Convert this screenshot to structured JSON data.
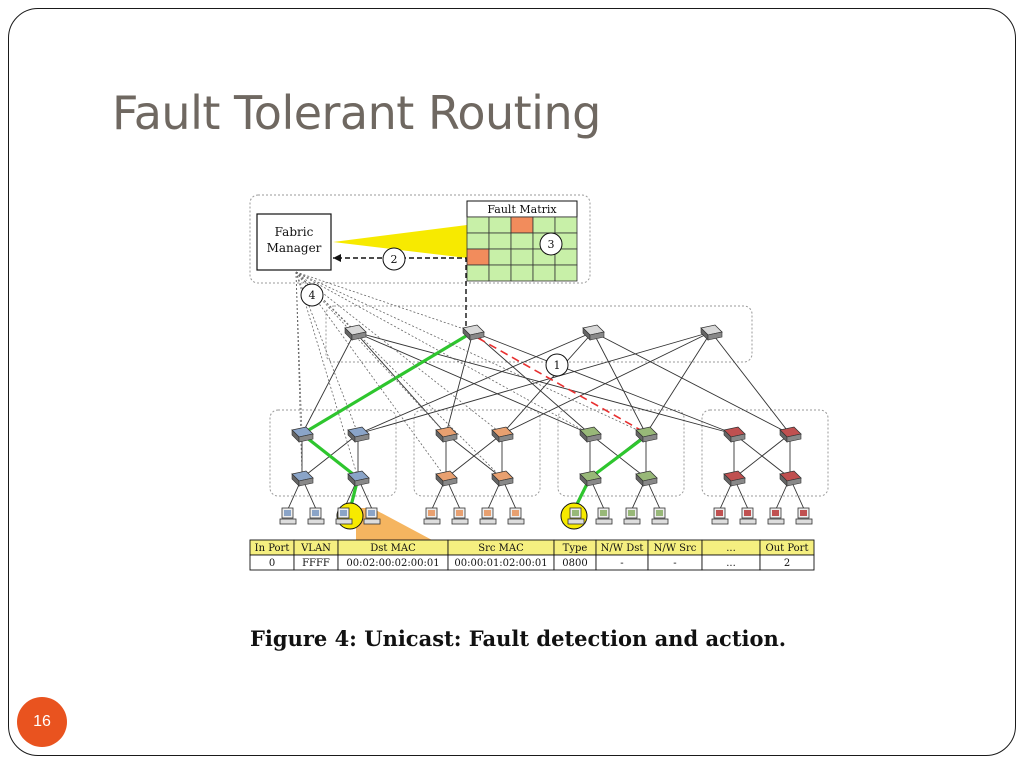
{
  "slide": {
    "title": "Fault Tolerant Routing",
    "number": "16"
  },
  "diagram": {
    "fabric_manager_lines": [
      "Fabric",
      "Manager"
    ],
    "fault_matrix_title": "Fault Matrix",
    "step_labels": [
      "1",
      "2",
      "3",
      "4"
    ],
    "caption": "Figure 4: Unicast: Fault detection and action.",
    "colors": {
      "matrix_cell": "#c8f0a8",
      "matrix_fault_cell": "#f28c5c",
      "highlight_path": "#2ec62e",
      "failed_link": "#e83030",
      "callout": "#f7ea00",
      "pod1": "#8aa4c8",
      "pod2": "#e8a070",
      "pod3": "#98b878",
      "pod4": "#c05050",
      "core": "#d8d8d8"
    }
  },
  "flow_table": {
    "headers": [
      "In Port",
      "VLAN",
      "Dst MAC",
      "Src MAC",
      "Type",
      "N/W Dst",
      "N/W Src",
      "...",
      "Out Port"
    ],
    "row": [
      "0",
      "FFFF",
      "00:02:00:02:00:01",
      "00:00:01:02:00:01",
      "0800",
      "-",
      "-",
      "...",
      "2"
    ]
  }
}
